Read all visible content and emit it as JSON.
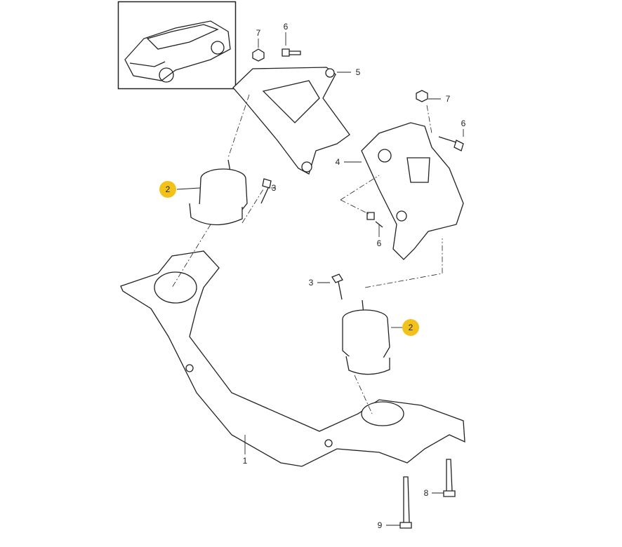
{
  "diagram": {
    "highlight_color": "#f2c21b",
    "labels": {
      "part1": "1",
      "part2a": "2",
      "part2b": "2",
      "part3a": "3",
      "part3b": "3",
      "part4": "4",
      "part5": "5",
      "part6a": "6",
      "part6b": "6",
      "part6c": "6",
      "part7a": "7",
      "part7b": "7",
      "part8": "8",
      "part9": "9"
    }
  }
}
